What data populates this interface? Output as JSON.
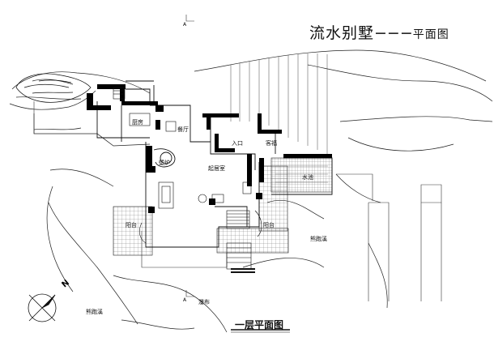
{
  "title": {
    "main": "流水别墅",
    "dashes": "−−−",
    "suffix": "平面图"
  },
  "subtitle": "一层平面图",
  "section_mark": "A",
  "north_letter": "N",
  "rooms": {
    "kitchen": "厨房",
    "dining": "餐厅",
    "entrance": "入口",
    "guest_room": "客福",
    "fireplace": "壁炉",
    "living_room": "起居室",
    "pool": "水池",
    "terrace_left": "阳台",
    "terrace_right": "阳台",
    "creek_right": "熊跑溪",
    "creek_left": "熊跑溪",
    "waterfall": "瀑布"
  },
  "colors": {
    "line": "#111111",
    "wall": "#000000",
    "tile": "#666666"
  }
}
